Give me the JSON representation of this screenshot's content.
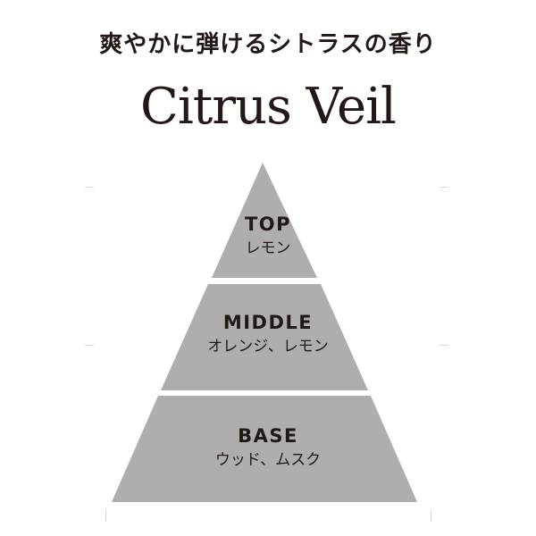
{
  "tagline": "爽やかに弾けるシトラスの香り",
  "product_name": "Citrus Veil",
  "notes": [
    {
      "tier": "TOP",
      "ingredients": "レモン"
    },
    {
      "tier": "MIDDLE",
      "ingredients": "オレンジ、レモン"
    },
    {
      "tier": "BASE",
      "ingredients": "ウッド、ムスク"
    }
  ],
  "colors": {
    "pyramid_fill": "#aeaeae",
    "text": "#231815",
    "background": "#ffffff",
    "separator": "#ffffff"
  }
}
